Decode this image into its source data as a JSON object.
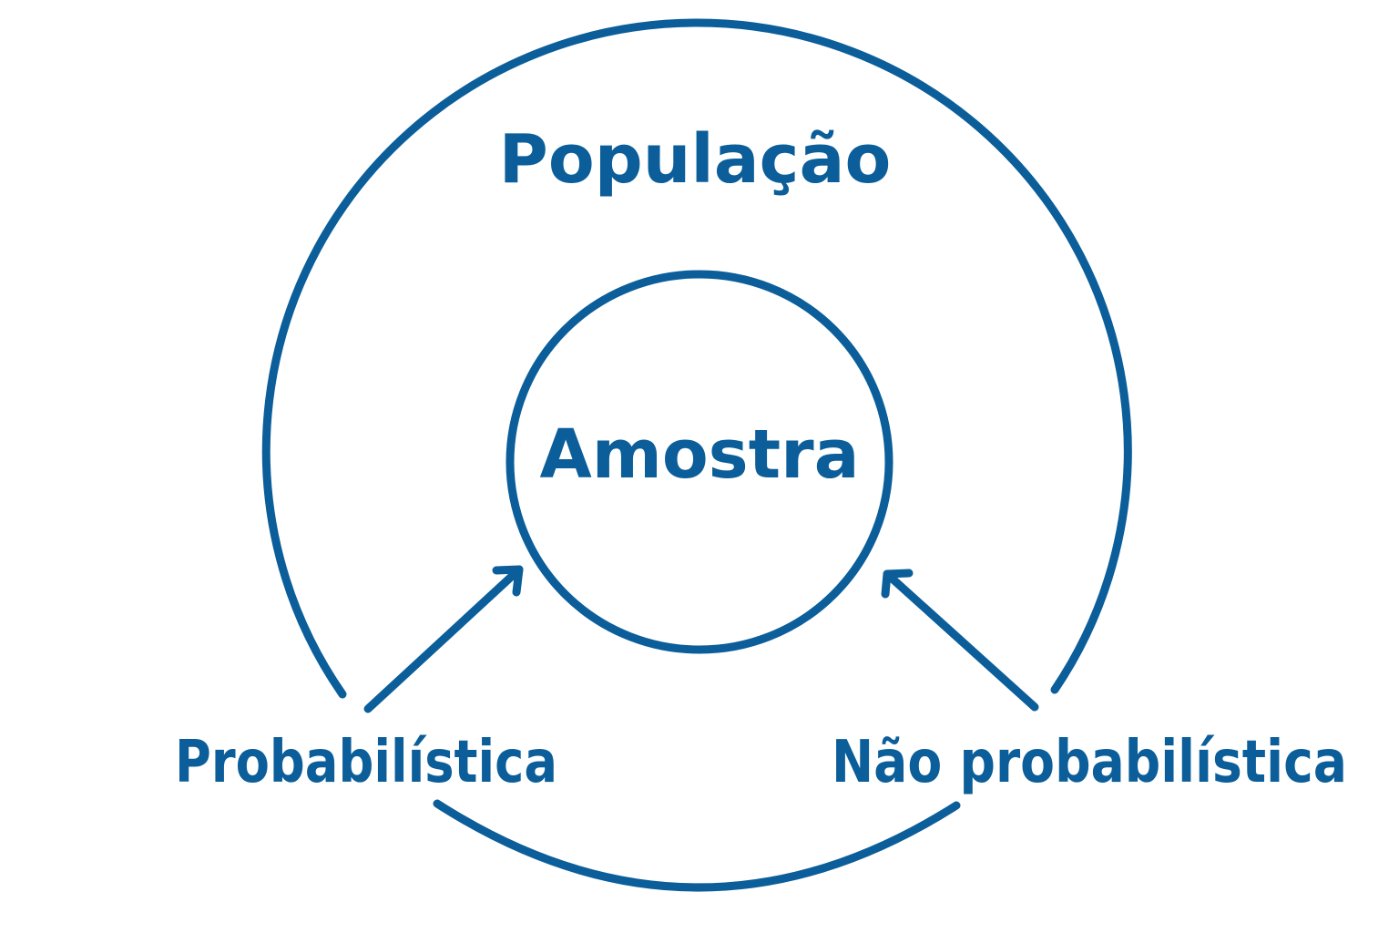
{
  "diagram": {
    "outer_label": "População",
    "inner_label": "Amostra",
    "left_label": "Probabilística",
    "right_label": "Não probabilística",
    "stroke_color": "#0b5e99",
    "text_color": "#0b5e99"
  }
}
